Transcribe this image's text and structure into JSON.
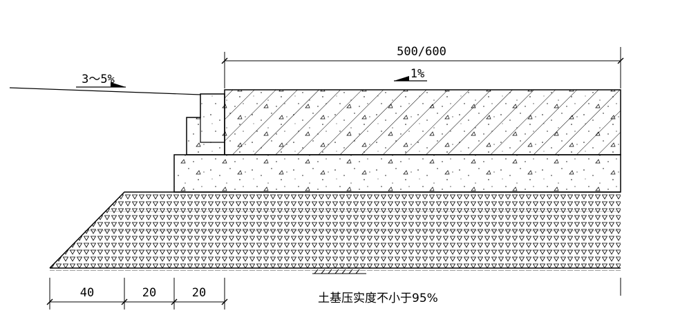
{
  "slope_side_label": "3～5%",
  "slope_top_label": "1%",
  "dims": {
    "top_width": "500/600",
    "bottom_segments": [
      "40",
      "20",
      "20"
    ]
  },
  "note": "土基压实度不小于95%",
  "colors": {
    "stroke": "#000000",
    "background": "#ffffff"
  }
}
